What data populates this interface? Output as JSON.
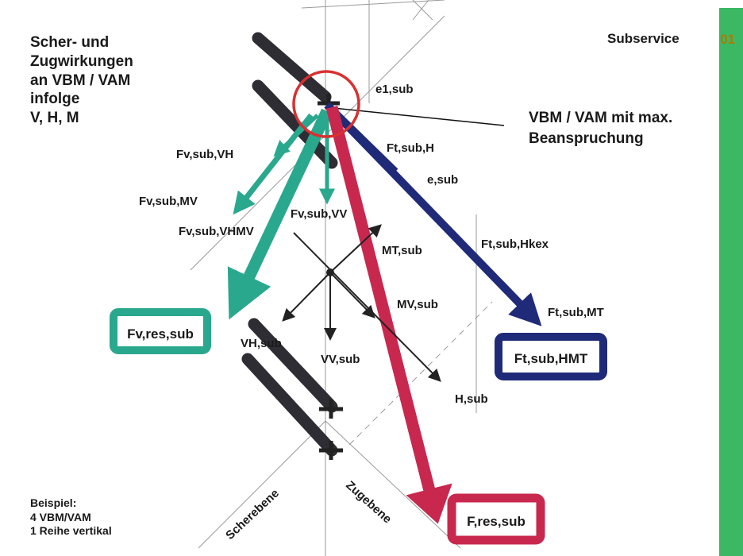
{
  "header": {
    "subservice": "Subservice",
    "page_number": "01",
    "title_lines": [
      "Scher- und",
      "Zugwirkungen",
      "an VBM / VAM",
      "infolge",
      "V, H, M"
    ],
    "callout_lines": [
      "VBM / VAM mit max.",
      "Beanspruchung"
    ]
  },
  "labels": {
    "e1_sub": "e1,sub",
    "e_sub": "e,sub",
    "ft_sub_h": "Ft,sub,H",
    "ft_sub_hkex": "Ft,sub,Hkex",
    "ft_sub_mt": "Ft,sub,MT",
    "fv_sub_vh": "Fv,sub,VH",
    "fv_sub_mv": "Fv,sub,MV",
    "fv_sub_vhmv": "Fv,sub,VHMV",
    "fv_sub_vv": "Fv,sub,VV",
    "mt_sub": "MT,sub",
    "mv_sub": "MV,sub",
    "vh_sub": "VH,sub",
    "vv_sub": "VV,sub",
    "h_sub": "H,sub",
    "scherebene": "Scherebene",
    "zugebene": "Zugebene"
  },
  "boxes": {
    "fv_res_sub": "Fv,res,sub",
    "ft_sub_hmt": "Ft,sub,HMT",
    "f_res_sub": "F,res,sub"
  },
  "footer": {
    "lines": [
      "Beispiel:",
      "4 VBM/VAM",
      "1 Reihe vertikal"
    ]
  },
  "colors": {
    "teal": "#2aa88e",
    "navy": "#1f2a78",
    "crimson": "#c8284e",
    "dark": "#2d2d33",
    "green_bar": "#3cb864",
    "circle": "#d93030"
  }
}
